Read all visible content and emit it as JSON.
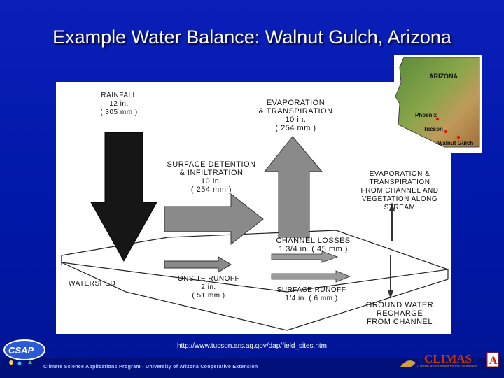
{
  "title": "Example Water Balance: Walnut Gulch, Arizona",
  "diagram": {
    "rainfall": {
      "label": "RAINFALL",
      "in": "12 in.",
      "mm": "( 305 mm )"
    },
    "evap_transp": {
      "line1": "EVAPORATION",
      "line2": "& TRANSPIRATION",
      "in": "10 in.",
      "mm": "( 254 mm )"
    },
    "surface_detention": {
      "line1": "SURFACE DETENTION",
      "line2": "& INFILTRATION",
      "in": "10 in.",
      "mm": "( 254 mm )"
    },
    "evap_channel": {
      "line1": "EVAPORATION &",
      "line2": "TRANSPIRATION",
      "line3": "FROM CHANNEL AND",
      "line4": "VEGETATION ALONG STREAM"
    },
    "channel_losses": {
      "line1": "CHANNEL LOSSES",
      "line2": "1 3/4 in.  ( 45 mm )"
    },
    "watershed": "WATERSHED",
    "onsite_runoff": {
      "line1": "ONSITE RUNOFF",
      "in": "2 in.",
      "mm": "( 51 mm )"
    },
    "surface_runoff": {
      "line1": "SURFACE RUNOFF",
      "line2": "1/4 in.  ( 6 mm )"
    },
    "groundwater": {
      "line1": "GROUND WATER",
      "line2": "RECHARGE",
      "line3": "FROM CHANNEL"
    }
  },
  "map": {
    "state": "ARIZONA",
    "city1": "Phoenix",
    "city2": "Tucson",
    "site": "Walnut Gulch"
  },
  "url": "http://www.tucson.ars.ag.gov/dap/field_sites.htm",
  "footer": {
    "csap": "CSAP",
    "program": "Climate Science Applications Program - University of Arizona Cooperative Extension",
    "climas": "CLIMAS",
    "climas_sub": "Climate Assessment for the Southwest"
  },
  "colors": {
    "background": "#0018a8",
    "dark_arrow": "#1a1a1a",
    "gray_arrow": "#888888"
  }
}
